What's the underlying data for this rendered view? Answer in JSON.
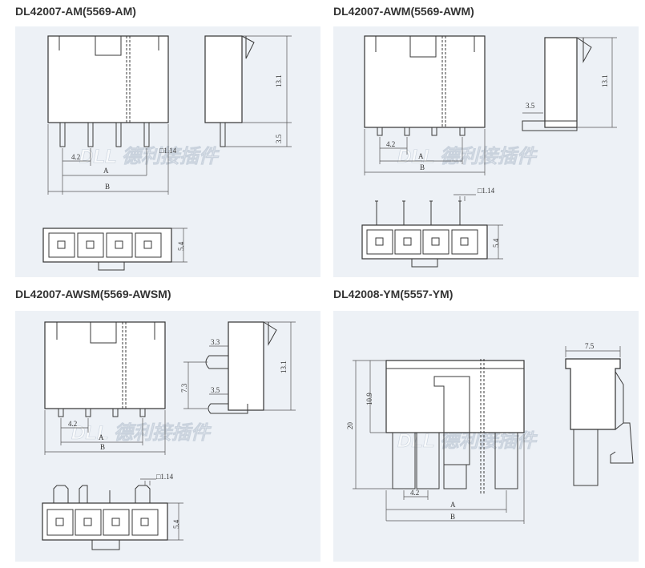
{
  "panels": [
    {
      "title": "DL42007-AM(5569-AM)",
      "dims": {
        "pitch": "4.2",
        "a": "A",
        "b": "B",
        "pin": "□1.14",
        "h1": "13.1",
        "h2": "3.5",
        "w": "5.4"
      }
    },
    {
      "title": "DL42007-AWM(5569-AWM)",
      "dims": {
        "pitch": "4.2",
        "a": "A",
        "b": "B",
        "pin": "□1.14",
        "h1": "13.1",
        "h2": "3.5",
        "w": "5.4"
      }
    },
    {
      "title": "DL42007-AWSM(5569-AWSM)",
      "dims": {
        "pitch": "4.2",
        "a": "A",
        "b": "B",
        "pin": "□1.14",
        "h1": "13.1",
        "h2": "3.3",
        "h3": "3.5",
        "h4": "7.3",
        "w": "5.4"
      }
    },
    {
      "title": "DL42008-YM(5557-YM)",
      "dims": {
        "pitch": "4.2",
        "a": "A",
        "b": "B",
        "top": "7.5",
        "h1": "10.9",
        "h2": "20"
      }
    }
  ],
  "watermark": "DLL 德利接插件"
}
